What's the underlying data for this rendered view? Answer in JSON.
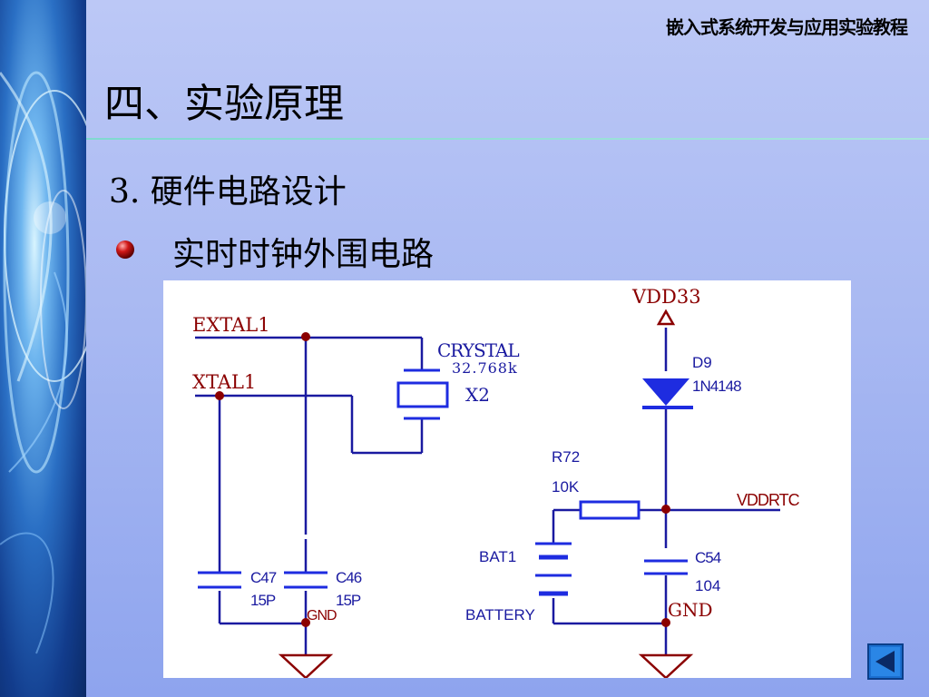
{
  "header": {
    "course_title": "嵌入式系统开发与应用实验教程",
    "slide_title": "四、实验原理"
  },
  "content": {
    "section_heading": "3.  硬件电路设计",
    "bullet_text": "实时时钟外围电路"
  },
  "circuit": {
    "nets": {
      "extal": "EXTAL1",
      "xtal": "XTAL1",
      "vdd": "VDD33",
      "vddrtc": "VDDRTC",
      "gnd": "GND"
    },
    "crystal": {
      "type": "CRYSTAL",
      "value": "32.768k",
      "ref": "X2"
    },
    "diode": {
      "ref": "D9",
      "part": "1N4148"
    },
    "resistor": {
      "ref": "R72",
      "value": "10K"
    },
    "battery": {
      "ref": "BAT1",
      "type": "BATTERY"
    },
    "capacitors": [
      {
        "ref": "C47",
        "value": "15P"
      },
      {
        "ref": "C46",
        "value": "15P"
      },
      {
        "ref": "C54",
        "value": "104"
      }
    ],
    "colors": {
      "wire": "#1a1aa0",
      "component": "#1e2ce0",
      "node": "#8b0000",
      "label": "#8b0000",
      "label_blue": "#1a1aa0"
    }
  },
  "nav": {
    "back_icon": "triangle-left-icon"
  }
}
